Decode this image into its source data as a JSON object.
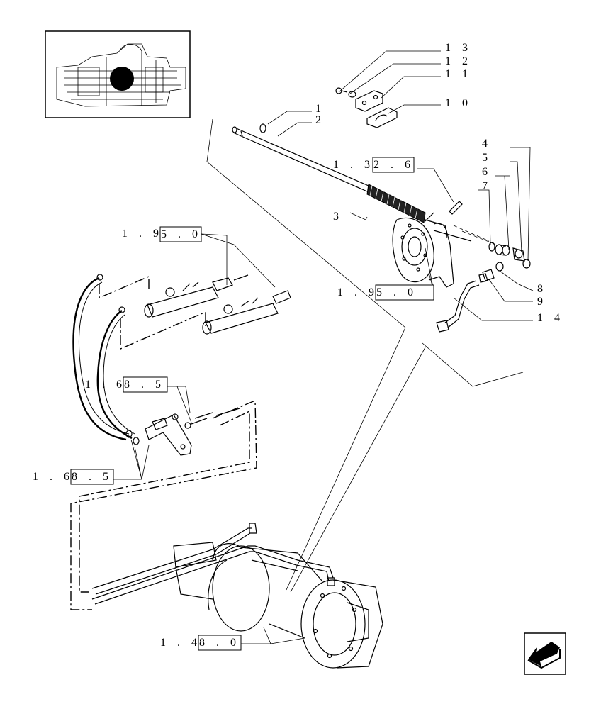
{
  "callouts": {
    "c1": "1",
    "c2": "2",
    "c3": "3",
    "c4": "4",
    "c5": "5",
    "c6": "6",
    "c7": "7",
    "c8": "8",
    "c9": "9",
    "c10": "1 0",
    "c11": "1 1",
    "c12": "1 2",
    "c13": "1 3",
    "c14": "1 4"
  },
  "references": {
    "r1_prefix": "1 . 3",
    "r1_box": "2 . 6",
    "r2_prefix": "1 . 9",
    "r2_box": "5 . 0",
    "r3_prefix": "1 . 9",
    "r3_box": "5 . 0",
    "r4_prefix": "1 . 6",
    "r4_box": "8 . 5",
    "r5_prefix": "1 . 6",
    "r5_box": "8 . 5",
    "r6_prefix": "1 . 4",
    "r6_box": "8 . 0"
  },
  "icons": {
    "locator": "tractor-locator-thumbnail",
    "nav": "back-arrow-icon"
  }
}
